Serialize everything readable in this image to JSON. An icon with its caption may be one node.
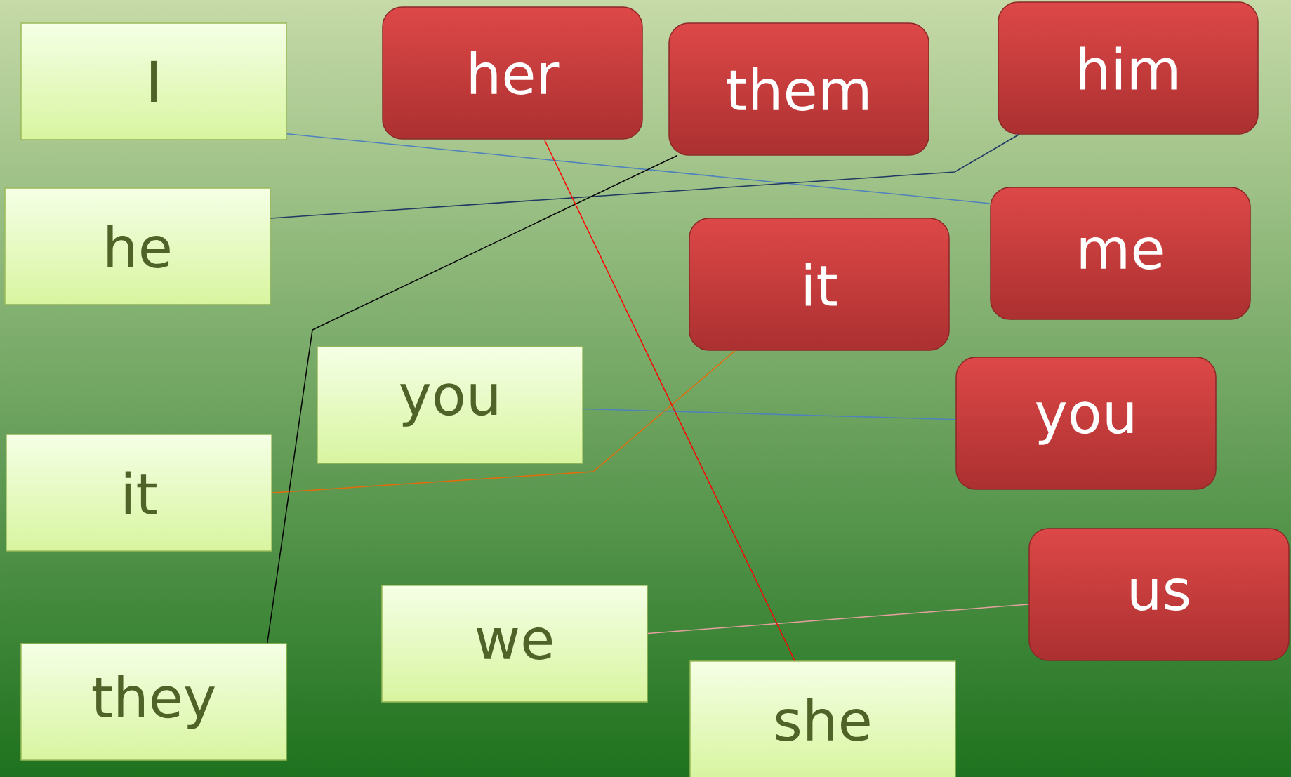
{
  "diagram": {
    "nodes": [
      {
        "text": [
          "I"
        ]
      },
      {
        "text": [
          "he"
        ]
      },
      {
        "text": [
          "you"
        ]
      },
      {
        "text": [
          "it"
        ]
      },
      {
        "text": [
          "we"
        ]
      },
      {
        "text": [
          "they"
        ]
      },
      {
        "text": [
          "she"
        ]
      },
      {
        "text": [
          "her"
        ]
      },
      {
        "text": [
          "them"
        ]
      },
      {
        "text": [
          "him"
        ]
      },
      {
        "text": [
          "me"
        ]
      },
      {
        "text": [
          "it"
        ]
      },
      {
        "text": [
          "you"
        ]
      },
      {
        "text": [
          "us"
        ]
      }
    ],
    "edges": [
      {
        "from": 0,
        "to": 10,
        "arrow": "none",
        "color": "#4f81bd"
      },
      {
        "from": 1,
        "to": 9,
        "arrow": "none",
        "color": "#1f3864"
      },
      {
        "from": 3,
        "to": 11,
        "arrow": "none",
        "color": "#e46c0a"
      },
      {
        "from": 2,
        "to": 12,
        "arrow": "none",
        "color": "#4f81bd"
      },
      {
        "from": 4,
        "to": 13,
        "arrow": "none",
        "color": "#e6a0a0"
      },
      {
        "from": 5,
        "to": 8,
        "arrow": "none",
        "color": "#000000"
      },
      {
        "from": 6,
        "to": 7,
        "arrow": "none",
        "color": "#ff0000"
      }
    ]
  }
}
